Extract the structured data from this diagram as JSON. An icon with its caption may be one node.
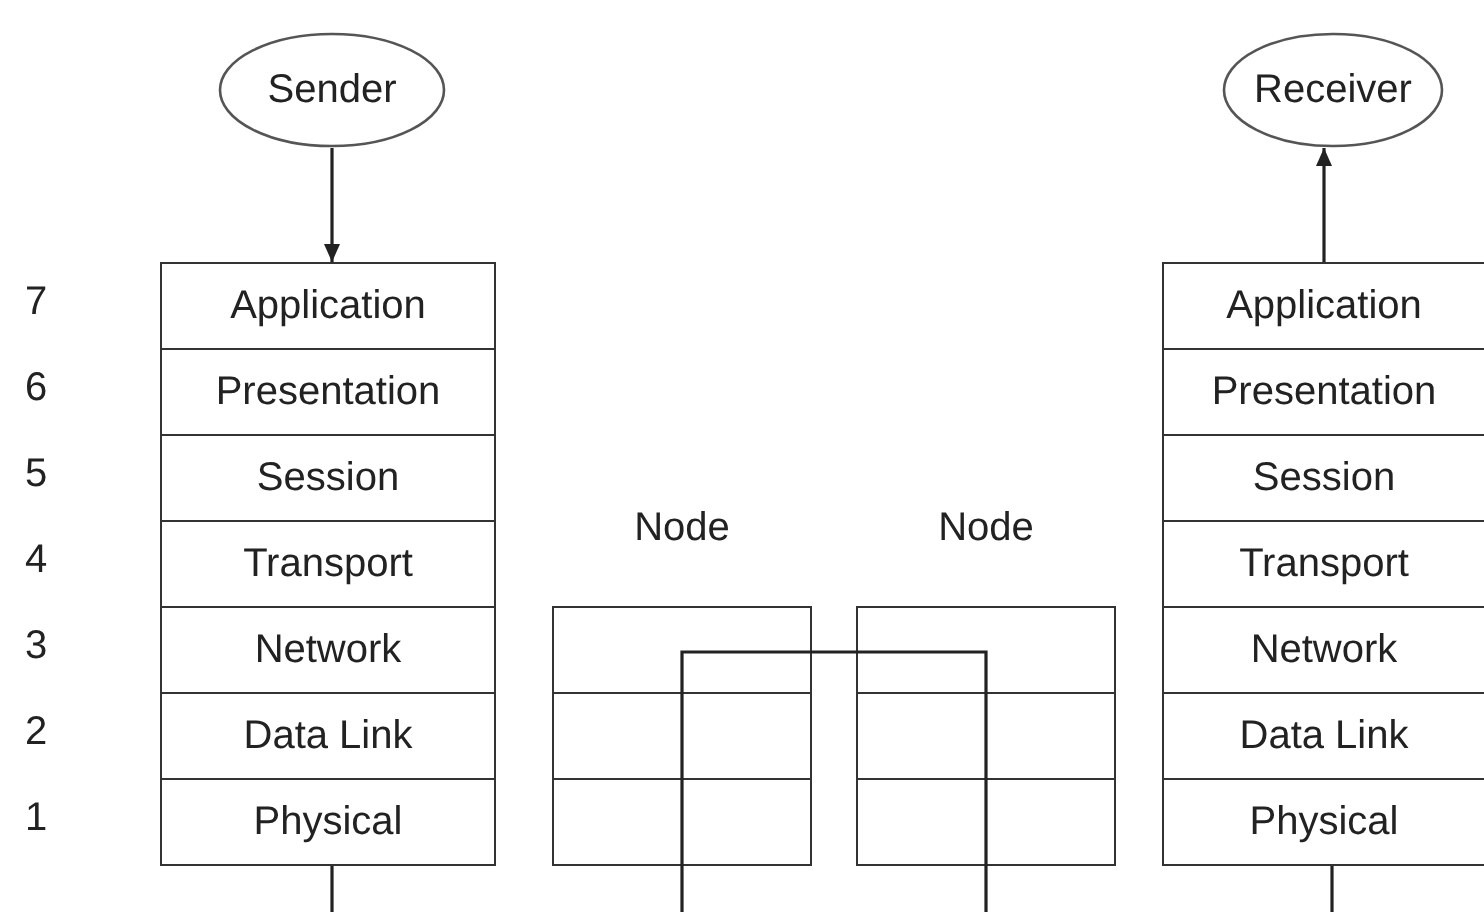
{
  "diagram": {
    "nodes": [
      {
        "text": [
          "Sender"
        ]
      },
      {
        "text": [
          "Receiver"
        ]
      },
      {
        "text": [
          "Application"
        ]
      },
      {
        "text": [
          "Presentation"
        ]
      },
      {
        "text": [
          "Session"
        ]
      },
      {
        "text": [
          "Transport"
        ]
      },
      {
        "text": [
          "Network"
        ]
      },
      {
        "text": [
          "Data Link"
        ]
      },
      {
        "text": [
          "Physical"
        ]
      },
      {
        "text": [
          "Node"
        ]
      },
      {
        "text": [],
        "shape": "box",
        "in": 9
      },
      {
        "text": [],
        "shape": "box",
        "in": 9
      },
      {
        "text": [],
        "shape": "box",
        "in": 9
      },
      {
        "text": [
          "Node"
        ]
      },
      {
        "text": [],
        "shape": "box",
        "in": 13
      },
      {
        "text": [],
        "shape": "box",
        "in": 13
      },
      {
        "text": [],
        "shape": "box",
        "in": 13
      },
      {
        "text": [
          "Application"
        ]
      },
      {
        "text": [
          "Presentation"
        ]
      },
      {
        "text": [
          "Session"
        ]
      },
      {
        "text": [
          "Transport"
        ]
      },
      {
        "text": [
          "Network"
        ]
      },
      {
        "text": [
          "Data Link"
        ]
      },
      {
        "text": [
          "Physical"
        ]
      }
    ],
    "edges": [
      {
        "from": 0,
        "to": 2,
        "arrow": "to"
      },
      {
        "from": 17,
        "to": 1,
        "arrow": "to"
      },
      {
        "from": 8,
        "to": null,
        "arrow": "none"
      },
      {
        "from": 23,
        "to": null,
        "arrow": "none"
      }
    ],
    "labels": [
      "7",
      "6",
      "5",
      "4",
      "3",
      "2",
      "1"
    ]
  }
}
